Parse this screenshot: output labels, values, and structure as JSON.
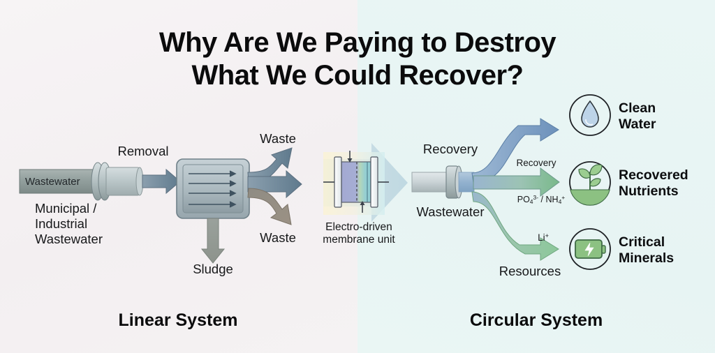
{
  "title": {
    "line1": "Why Are We Paying to Destroy",
    "line2": "What We Could Recover?"
  },
  "colors": {
    "bg_left": "#f5f2f3",
    "bg_right": "#e8f5f4",
    "pipe_gray": "#9aa7ab",
    "waste_arrow_blue": "#6e8494",
    "waste_arrow_brown": "#8d8276",
    "recovery_blue": "#7b9ec4",
    "recovery_green": "#85bd8e",
    "title_text": "#0b0b0c",
    "membrane_left": "#9aa5d0",
    "membrane_right": "#8fd3cf"
  },
  "left_panel": {
    "footer_label": "Linear System",
    "inlet_pipe_label": "Wastewater",
    "source_label_lines": [
      "Municipal /",
      "Industrial",
      "Wastewater"
    ],
    "process_label": "Removal",
    "waste_top_label": "Waste",
    "waste_bottom_label": "Waste",
    "sludge_label": "Sludge",
    "treatment_box_arrow_count": 4
  },
  "center": {
    "caption_lines": [
      "Electro-driven",
      "membrane unit"
    ],
    "transition_arrow": "right-chevron"
  },
  "right_panel": {
    "footer_label": "Circular System",
    "inlet_pipe_label_top": "Recovery",
    "inlet_pipe_label_bottom": "Wastewater",
    "branch_label_mid": "Recovery",
    "branch_label_bottom": "Resources",
    "outputs": [
      {
        "icon": "water-droplet-icon",
        "label_lines": [
          "Clean",
          "Water"
        ],
        "stream_label": ""
      },
      {
        "icon": "plant-sprout-icon",
        "label_lines": [
          "Recovered",
          "Nutrients"
        ],
        "stream_label": "PO4 3- / NH4 +",
        "formula": {
          "a_base": "PO",
          "a_sub": "4",
          "a_sup": "3-",
          "sep": " / ",
          "b_base": "NH",
          "b_sub": "4",
          "b_sup": "+"
        }
      },
      {
        "icon": "battery-icon",
        "label_lines": [
          "Critical",
          "Minerals"
        ],
        "stream_label": "Li",
        "stream_label_sup": "+"
      }
    ]
  }
}
